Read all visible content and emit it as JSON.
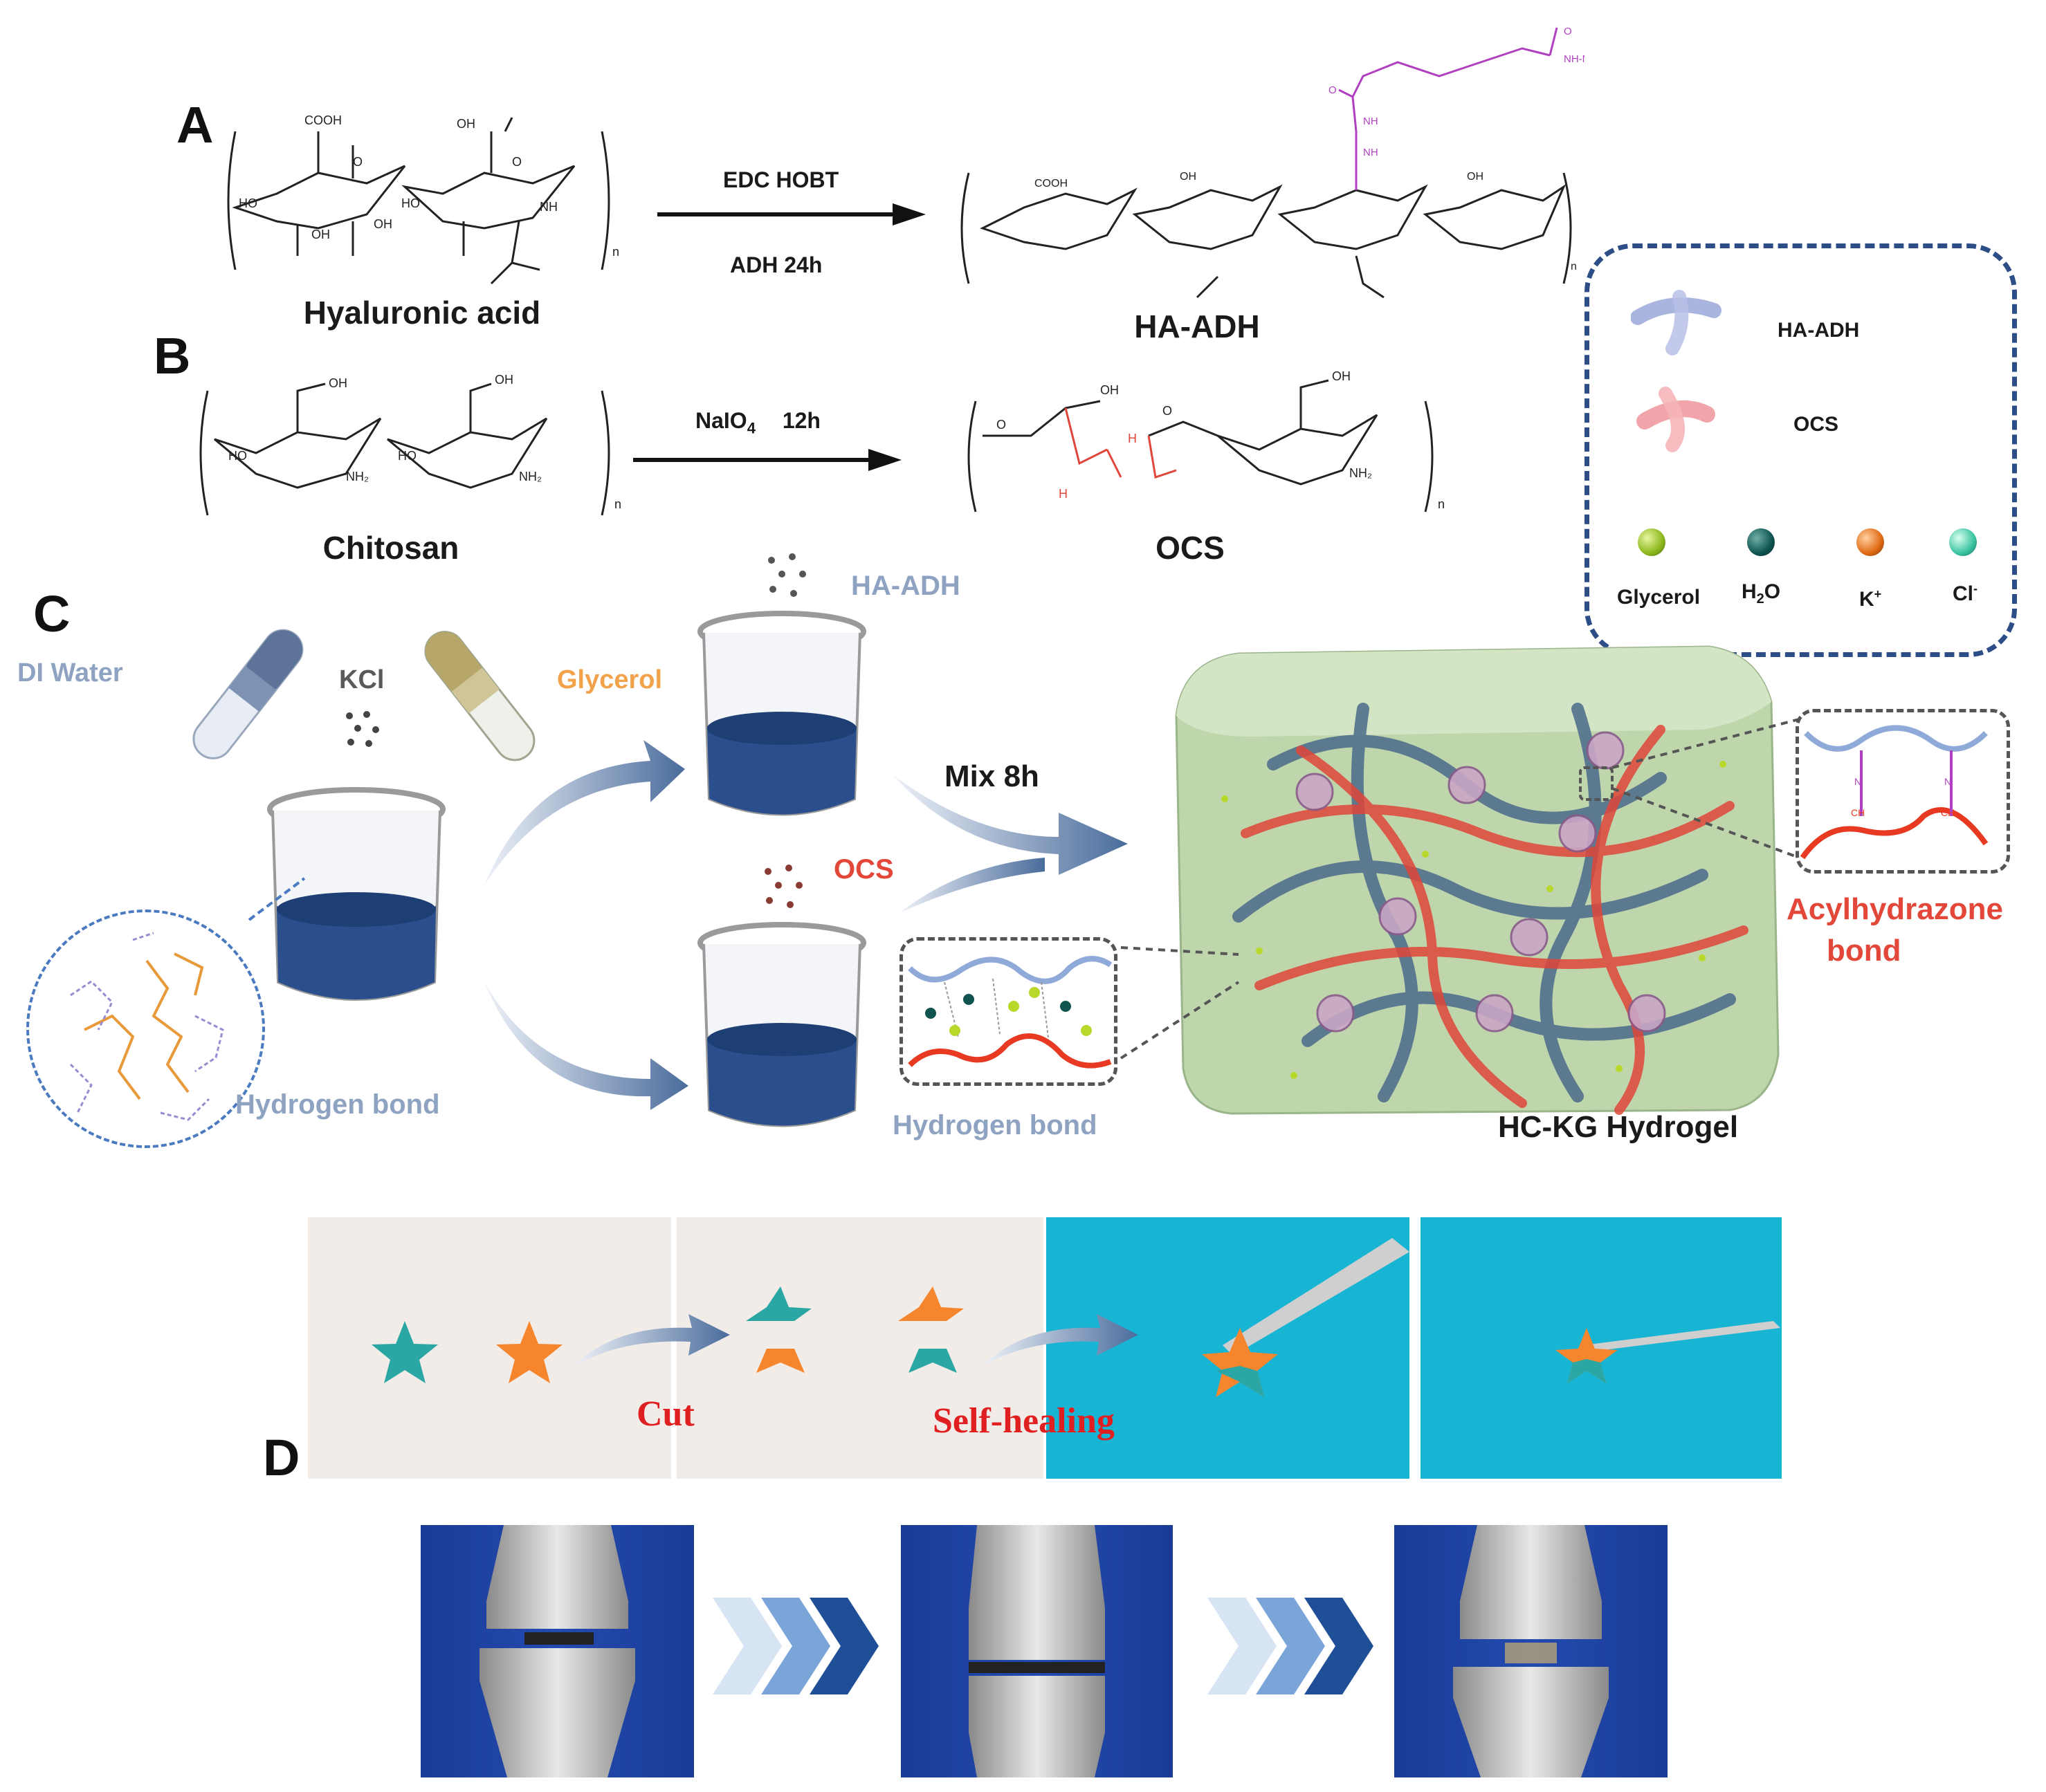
{
  "panels": {
    "a": "A",
    "b": "B",
    "c": "C",
    "d": "D"
  },
  "panel_a": {
    "reactant": "Hyaluronic acid",
    "product": "HA-ADH",
    "reagents_top": "EDC   HOBT",
    "reagents_bottom": "ADH    24h"
  },
  "panel_b": {
    "reactant": "Chitosan",
    "product": "OCS",
    "reagents_sub_prefix": "NaIO",
    "reagents_sub_digit": "4",
    "reagents_suffix": "12h"
  },
  "legend": {
    "ha_adh": "HA-ADH",
    "ocs": "OCS",
    "glycerol": "Glycerol",
    "h2o_h": "H",
    "h2o_2": "2",
    "h2o_o": "O",
    "k": "K",
    "k_sup": "+",
    "cl": "Cl",
    "cl_sup": "-"
  },
  "panel_c": {
    "di_water": "DI Water",
    "kcl": "KCl",
    "glycerol": "Glycerol",
    "ha_adh": "HA-ADH",
    "ocs": "OCS",
    "mix": "Mix   8h",
    "hydrogen_bond_left": "Hydrogen bond",
    "hydrogen_bond_mid": "Hydrogen bond",
    "acylhydrazone_1": "Acylhydrazone",
    "acylhydrazone_2": "bond",
    "hydrogel": "HC-KG Hydrogel"
  },
  "panel_d": {
    "cut": "Cut",
    "self_healing": "Self-healing"
  },
  "colors": {
    "legend_border": "#2c4d86",
    "beaker_liquid": "#2a4f8c",
    "gel_block": "#bfd6ad",
    "ha_chain": "#4a6a8a",
    "ocs_chain": "#e0463a",
    "photo_white_bg": "#f1ece8",
    "photo_cyan_bg": "#18b4d4",
    "photo_blue_bg": "#1b3f9e"
  },
  "icons": [
    "arrow-right-icon",
    "chevron-arrows-icon",
    "star-icon",
    "beaker-icon",
    "test-tube-icon",
    "tweezers-icon"
  ]
}
